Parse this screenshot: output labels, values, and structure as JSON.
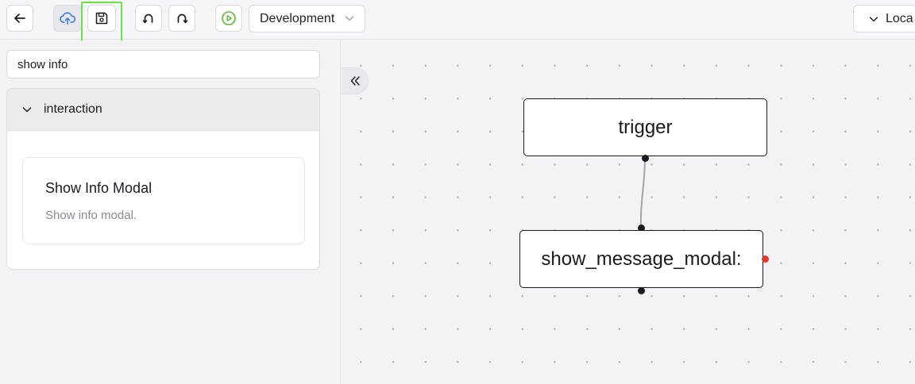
{
  "toolbar": {
    "buttons": [
      {
        "name": "back",
        "icon": "arrow-left-icon"
      },
      {
        "name": "publish",
        "icon": "cloud-upload-icon",
        "color": "#3b7ddd"
      },
      {
        "name": "save",
        "icon": "floppy-disk-icon"
      },
      {
        "name": "undo",
        "icon": "undo-icon"
      },
      {
        "name": "redo",
        "icon": "redo-icon"
      },
      {
        "name": "run",
        "icon": "play-circle-icon",
        "color": "#5cb82f"
      }
    ],
    "environment": {
      "value": "Development"
    },
    "location": {
      "value": "Loca"
    },
    "highlight_color": "#6ee04b"
  },
  "sidebar": {
    "search": {
      "value": "show info"
    },
    "group": {
      "label": "interaction",
      "items": [
        {
          "title": "Show Info Modal",
          "description": "Show info modal."
        }
      ]
    }
  },
  "canvas": {
    "nodes": [
      {
        "id": "trigger",
        "label": "trigger"
      },
      {
        "id": "show_message_modal",
        "label": "show_message_modal:",
        "status": "error",
        "status_color": "#e0382b"
      }
    ],
    "edges": [
      {
        "from": "trigger",
        "to": "show_message_modal"
      }
    ]
  }
}
